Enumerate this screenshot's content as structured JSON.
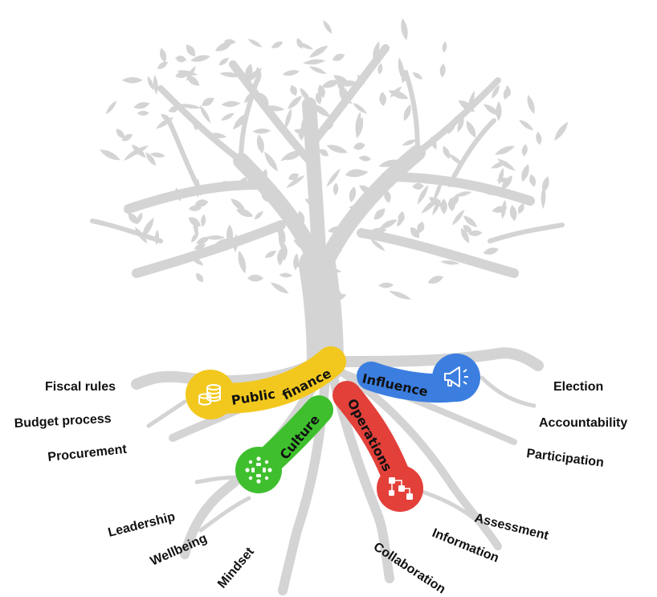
{
  "colors": {
    "tree": "#d4d4d4",
    "public_finance": "#f2c81e",
    "culture": "#3fbf2e",
    "operations": "#e3403a",
    "influence": "#3b7ee0",
    "label_text": "#111111"
  },
  "pillars": {
    "public_finance": {
      "word1": "Public",
      "word2": "finance",
      "icon": "coin-stack-icon"
    },
    "culture": {
      "label": "Culture",
      "icon": "people-circle-icon"
    },
    "operations": {
      "label": "Operations",
      "icon": "process-flow-icon"
    },
    "influence": {
      "label": "Influence",
      "icon": "megaphone-icon"
    }
  },
  "labels": {
    "fiscal_rules": "Fiscal rules",
    "budget_process": "Budget process",
    "procurement": "Procurement",
    "leadership": "Leadership",
    "wellbeing": "Wellbeing",
    "mindset": "Mindset",
    "collaboration": "Collaboration",
    "information": "Information",
    "assessment": "Assessment",
    "election": "Election",
    "accountability": "Accountability",
    "participation": "Participation"
  }
}
